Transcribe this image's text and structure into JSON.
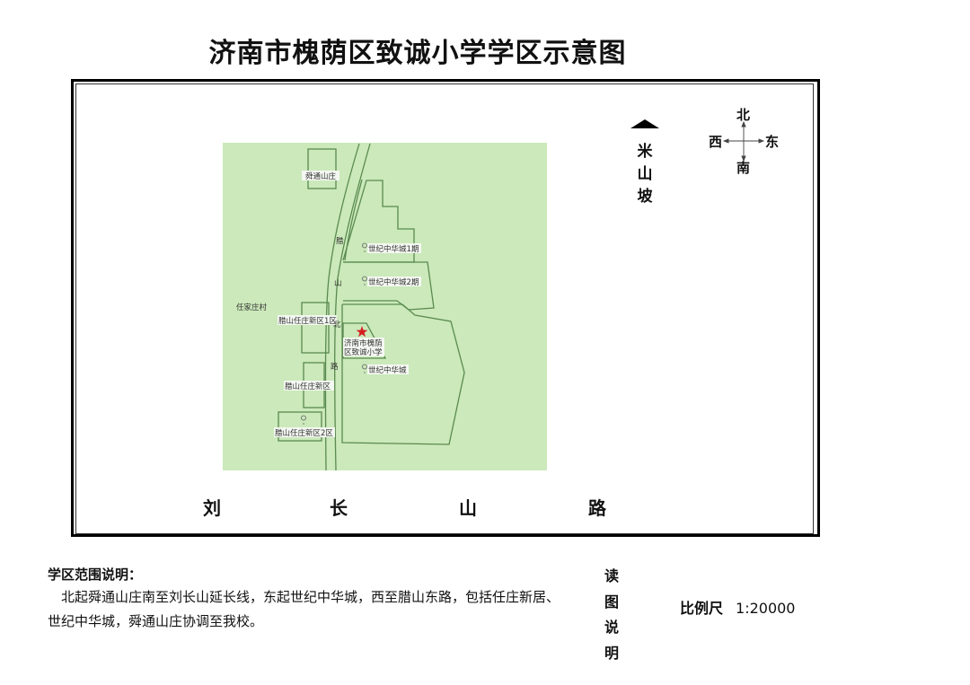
{
  "title": "济南市槐荫区致诚小学学区示意图",
  "colors": {
    "map_fill": "#cbe9ba",
    "boundary_line": "#5a8a50",
    "school_star": "#d42020",
    "frame": "#000000"
  },
  "map": {
    "roads": {
      "south_road": [
        "刘",
        "长",
        "山",
        "路"
      ],
      "north_landmark": [
        "米",
        "山",
        "坡"
      ],
      "east_west_road_vertical": [
        "腊",
        "山",
        "北",
        "路"
      ]
    },
    "compass": {
      "north": "北",
      "south": "南",
      "east": "东",
      "west": "西"
    },
    "labels": {
      "shuntong": "舜通山庄",
      "shiji1": "世纪中华城1期",
      "shiji2": "世纪中华城2期",
      "shiji": "世纪中华城",
      "renjiazhuang": "任家庄村",
      "lashan1": "腊山任庄新区1区",
      "lashan": "腊山任庄新区",
      "lashan2": "腊山任庄新区2区",
      "school_line1": "济南市槐荫",
      "school_line2": "区致诚小学"
    },
    "icons": {
      "school": "star-icon",
      "poi": "map-pin-icon",
      "north_arrow": "triangle-up-icon"
    }
  },
  "legend": {
    "section_title": "学区范围说明：",
    "description": "北起舜通山庄南至刘长山延长线，东起世纪中华城，西至腊山东路，包括任庄新居、世纪中华城，舜通山庄协调至我校。",
    "read_title": [
      "读",
      "图",
      "说",
      "明"
    ],
    "scale_label": "比例尺",
    "scale_value": "1:20000"
  }
}
